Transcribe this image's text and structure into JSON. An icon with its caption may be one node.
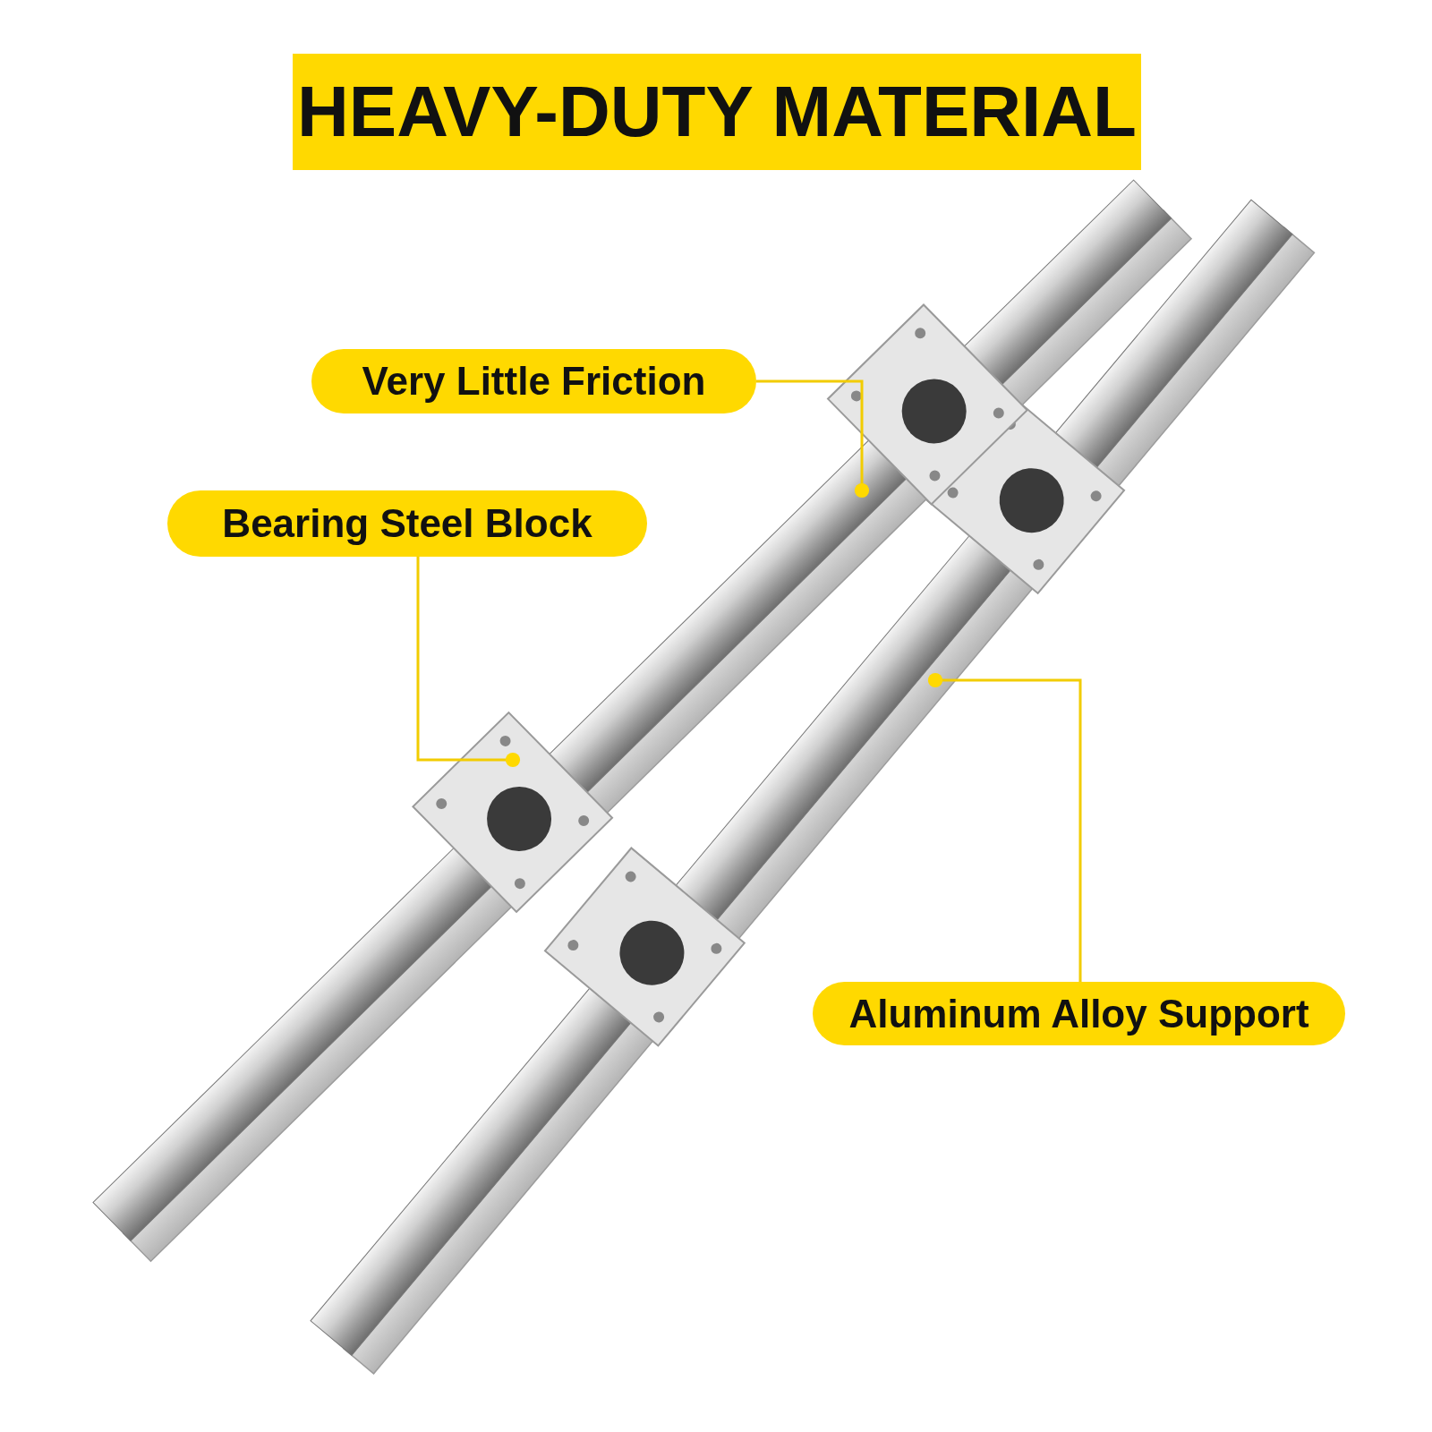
{
  "diagram": {
    "title": "HEAVY-DUTY MATERIAL",
    "nodes": [
      {
        "text": [
          "Very Little Friction"
        ]
      },
      {
        "text": [],
        "shape": "picture"
      },
      {
        "text": [
          "Bearing Steel Block"
        ]
      },
      {
        "text": [],
        "shape": "picture"
      },
      {
        "text": [
          "Aluminum Alloy Support"
        ]
      },
      {
        "text": [],
        "shape": "picture"
      }
    ],
    "edges": [
      {
        "from": 0,
        "to": 1,
        "arrow": "other"
      },
      {
        "from": 2,
        "to": 3,
        "arrow": "other"
      },
      {
        "from": 4,
        "to": 5,
        "arrow": "other"
      }
    ]
  }
}
